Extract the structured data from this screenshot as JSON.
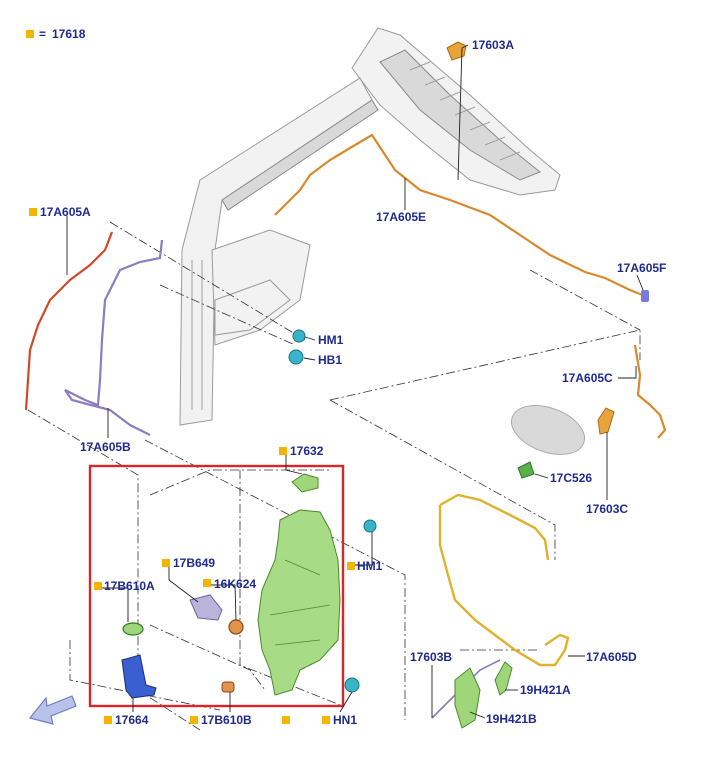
{
  "legend": {
    "code": "17618"
  },
  "colors": {
    "label": "#1f2a8f",
    "marker": "#f5b400",
    "highlight": "#d9262c",
    "green_part": "#9fd67a",
    "hose_orange": "#d9892b",
    "hose_red": "#d04a2a",
    "hose_purple": "#8c7cc0",
    "hose_yellow": "#e0b12a",
    "blue_part": "#3a5fd0",
    "cyan_part": "#39b3c9"
  },
  "labels": {
    "p17603A": "17603A",
    "p17A605A": "17A605A",
    "p17A605E": "17A605E",
    "p17A605F": "17A605F",
    "pHM1a": "HM1",
    "pHB1": "HB1",
    "p17A605C": "17A605C",
    "p17A605B": "17A605B",
    "p17632": "17632",
    "p17C526": "17C526",
    "p17603C": "17603C",
    "p17B649": "17B649",
    "p17B610A": "17B610A",
    "p16K624": "16K624",
    "pHM1b": "HM1",
    "p17603B": "17603B",
    "p17A605D": "17A605D",
    "p19H421A": "19H421A",
    "p19H421B": "19H421B",
    "p17664": "17664",
    "p17B610B": "17B610B",
    "pHN1": "HN1"
  },
  "icons": {
    "legend_marker": "square-marker-icon",
    "direction": "front-direction-arrow-icon"
  }
}
